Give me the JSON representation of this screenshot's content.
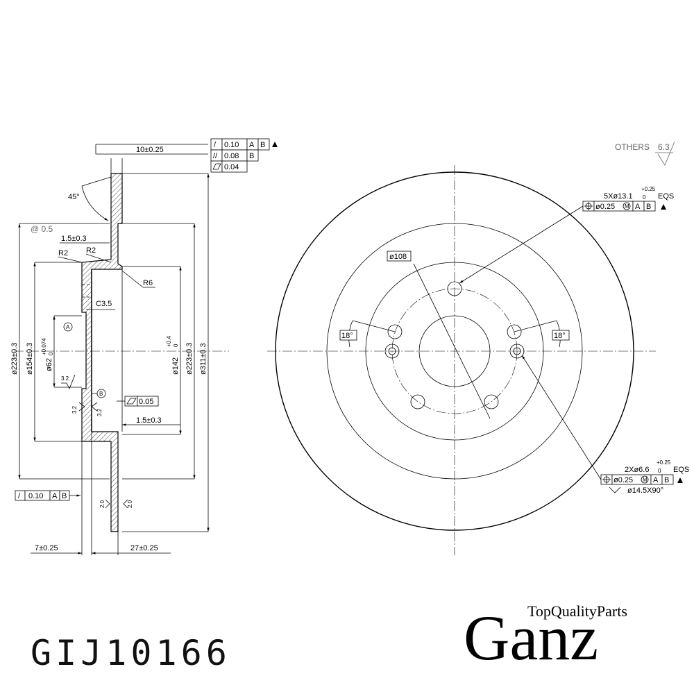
{
  "part_number": "GIJ10166",
  "brand": {
    "name": "Ganz",
    "tagline": "TopQualityParts"
  },
  "section_view": {
    "thickness": "10±0.25",
    "chamfer_angle": "45°",
    "flatness_note": "@ 0.5",
    "step_a": "1.5±0.3",
    "radius_outer": "R2",
    "radius_inner": "R2",
    "radius_hub": "R6",
    "chamfer": "C3.5",
    "dia_223_left": "ø223±0.3",
    "dia_154": "ø154±0.3",
    "dia_62": "ø62",
    "dia_62_tol_upper": "+0.074",
    "dia_62_tol_lower": "0",
    "dia_142": "ø142",
    "dia_142_tol_upper": "+0.4",
    "dia_142_tol_lower": "0",
    "dia_223_right": "ø223±0.3",
    "dia_311": "ø311±0.3",
    "datum_a": "A",
    "datum_b": "B",
    "flatness_value": "0.05",
    "step_b": "1.5±0.3",
    "rough_32a": "3.2",
    "rough_32b": "3.2",
    "rough_32c": "3.2",
    "rough_20a": "2.0",
    "rough_20b": "2.0",
    "runout_value": "0.10",
    "dim_7": "7±0.25",
    "dim_27": "27±0.25"
  },
  "top_tolerance_frame": [
    {
      "symbol": "/",
      "value": "0.10",
      "refs": [
        "A",
        "B"
      ]
    },
    {
      "symbol": "//",
      "value": "0.08",
      "refs": [
        "B"
      ]
    },
    {
      "symbol": "▱",
      "value": "0.04",
      "refs": []
    }
  ],
  "front_view": {
    "others_label": "OTHERS",
    "others_value": "6.3",
    "pcd": "ø108",
    "angle_left": "18°",
    "angle_right": "18°",
    "bolt_holes": {
      "count_text": "5Xø13.1",
      "tol_upper": "+0.25",
      "tol_lower": "0",
      "eqs": "EQS",
      "position": "ø0.25",
      "modifier": "M",
      "refs": [
        "A",
        "B"
      ]
    },
    "pin_holes": {
      "count_text": "2Xø6.6",
      "tol_upper": "+0.25",
      "tol_lower": "0",
      "eqs": "EQS",
      "position": "ø0.25",
      "modifier": "M",
      "refs": [
        "A",
        "B"
      ],
      "countersink": "ø14.5X90°"
    }
  }
}
